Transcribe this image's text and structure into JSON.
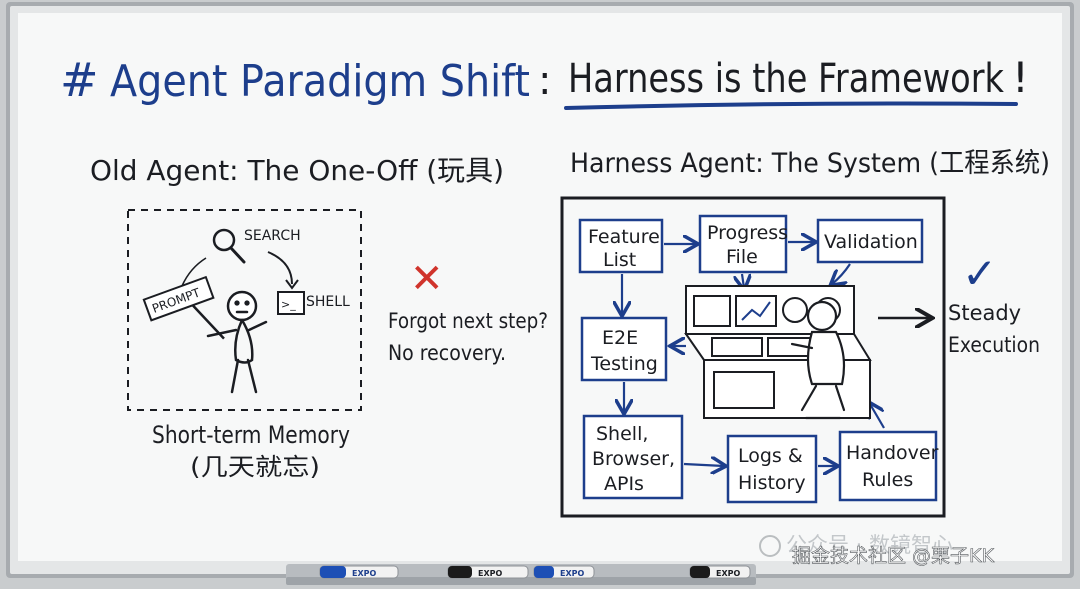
{
  "title": {
    "hash": "#",
    "main": "Agent Paradigm Shift",
    "colon": ":",
    "highlight": "Harness is the Framework",
    "bang": "!"
  },
  "old_agent": {
    "heading": "Old Agent: The One-Off (玩具)",
    "prompt_sign": "PROMPT",
    "search_label": "SEARCH",
    "shell_label": "SHELL",
    "shell_glyph": ">_",
    "caption_line1": "Short-term Memory",
    "caption_line2": "(几天就忘)"
  },
  "failure": {
    "mark": "✕",
    "line1": "Forgot next step?",
    "line2": "No recovery."
  },
  "harness_agent": {
    "heading": "Harness Agent: The System (工程系统)",
    "boxes": {
      "feature_list": [
        "Feature",
        "List"
      ],
      "progress_file": [
        "Progress",
        "File"
      ],
      "validation": [
        "Validation"
      ],
      "e2e_testing": [
        "E2E",
        "Testing"
      ],
      "shell_browser_apis": [
        "Shell,",
        "Browser,",
        "APIs"
      ],
      "logs_history": [
        "Logs &",
        "History"
      ],
      "handover_rules": [
        "Handover",
        "Rules"
      ]
    }
  },
  "result": {
    "check": "✓",
    "line1": "Steady",
    "line2": "Execution"
  },
  "watermark": {
    "line1": "公众号 · 数镜智心",
    "line2": "掘金技术社区 @栗子KK"
  },
  "markers": [
    {
      "brand": "EXPO",
      "cap_color": "#1d4fb5"
    },
    {
      "brand": "EXPO",
      "cap_color": "#1b1b1b"
    },
    {
      "brand": "EXPO",
      "cap_color": "#1d4fb5"
    },
    {
      "brand": "EXPO",
      "cap_color": "#1b1b1b"
    }
  ],
  "colors": {
    "blue_ink": "#1d3e8c",
    "black_ink": "#1b1d22",
    "red_ink": "#d0342c",
    "board": "#f7f8f8",
    "frame": "#a9adb1"
  }
}
